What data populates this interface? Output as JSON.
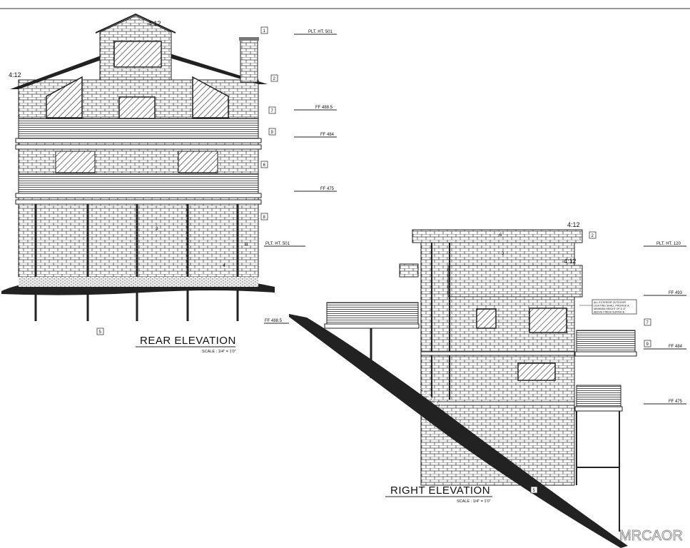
{
  "rear_elevation": {
    "title": "REAR ELEVATION",
    "scale": "SCALE : 1/4\" = 1'0\"",
    "pitch_top": "4:12",
    "pitch_left": "4:12",
    "levels": [
      "PLT. HT. 501",
      "FF 488.5",
      "FF 484",
      "FF 475",
      "PLT. HT. 501"
    ],
    "tags": [
      "1",
      "2",
      "7",
      "9",
      "6",
      "8",
      "11",
      "5",
      "3",
      "4"
    ]
  },
  "right_elevation": {
    "title": "RIGHT ELEVATION",
    "scale": "SCALE : 1/4\" = 1'0\"",
    "pitch_top": "4:12",
    "pitch_mid": "4:12",
    "levels": [
      "PLT. HT. 120",
      "FF 493",
      "FF 484",
      "FF 475",
      "FF 488.5"
    ],
    "tags": [
      "2",
      "7",
      "9",
      "5",
      "6",
      "3"
    ],
    "note": [
      "ALL EXTERIOR OUTDOOR",
      "LIGHTING SHALL PROVIDE A",
      "MINIMUM HEIGHT OF 6'-8\"",
      "ABOVE FINISH SURFACE."
    ]
  },
  "watermark": "MRCAOR"
}
